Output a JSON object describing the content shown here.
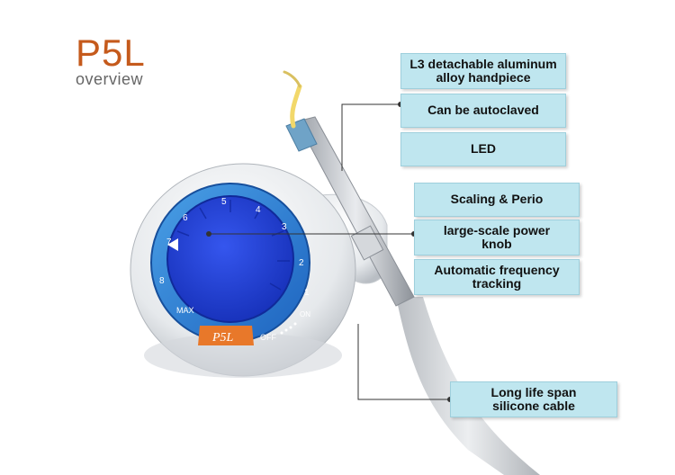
{
  "header": {
    "title": "P5L",
    "subtitle": "overview"
  },
  "callouts": [
    {
      "id": "handpiece",
      "text": "L3 detachable aluminum\nalloy handpiece"
    },
    {
      "id": "autoclave",
      "text": "Can be autoclaved"
    },
    {
      "id": "led",
      "text": "LED"
    },
    {
      "id": "scaling",
      "text": "Scaling & Perio"
    },
    {
      "id": "knob",
      "text": "large-scale power\nknob"
    },
    {
      "id": "frequency",
      "text": "Automatic frequency\ntracking"
    },
    {
      "id": "cable",
      "text": "Long life span\nsilicone cable"
    }
  ],
  "device": {
    "brand_label": "P5L",
    "dial_numbers": [
      "1",
      "2",
      "3",
      "4",
      "5",
      "6",
      "7",
      "8"
    ],
    "max_label": "MAX",
    "off_label": "OFF",
    "on_label": "ON",
    "colors": {
      "knob_blue": "#1f3fd6",
      "ring_blue": "#2f80d8",
      "brand_orange": "#e8782a",
      "body_white": "#eef0f2",
      "callout_bg": "#bfe6ef"
    }
  }
}
